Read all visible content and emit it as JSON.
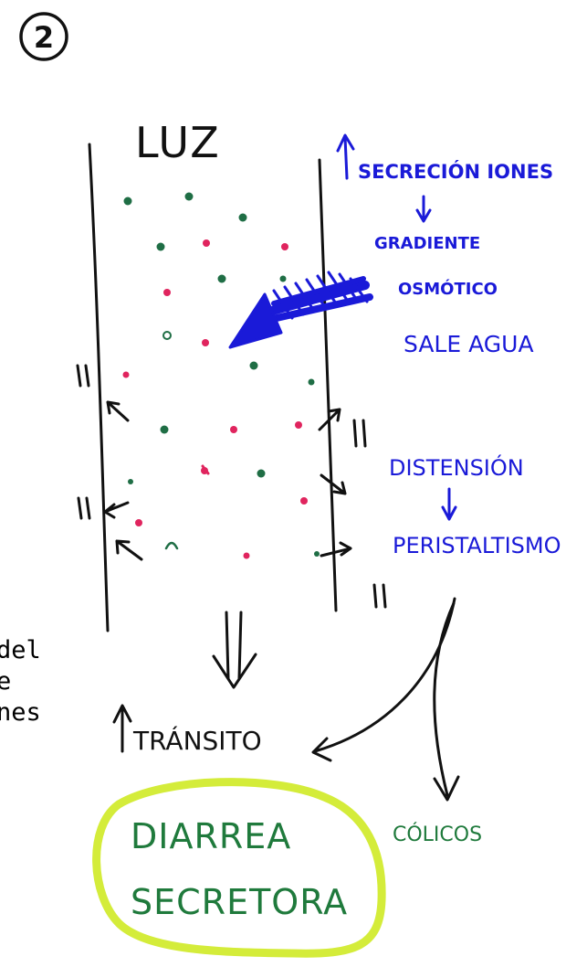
{
  "step_number": "2",
  "labels": {
    "luz": "LUZ",
    "secrecion": "SECRECIÓN IONES",
    "gradiente": "GRADIENTE",
    "osmotico": "OSMÓTICO",
    "sale_agua": "SALE AGUA",
    "distension": "DISTENSIÓN",
    "peristaltismo": "PERISTALTISMO",
    "transito": "TRÁNSITO",
    "diarrea": "DIARREA",
    "secretora": "SECRETORA",
    "colicos": "CÓLICOS"
  },
  "cut_text": [
    "del",
    "e",
    "nes"
  ],
  "colors": {
    "ink_black": "#111111",
    "ink_blue": "#1a1ad8",
    "ink_green": "#1f7a3c",
    "dot_red": "#e0245e",
    "dot_green": "#1f6e45",
    "highlight": "#d4ec3a"
  }
}
